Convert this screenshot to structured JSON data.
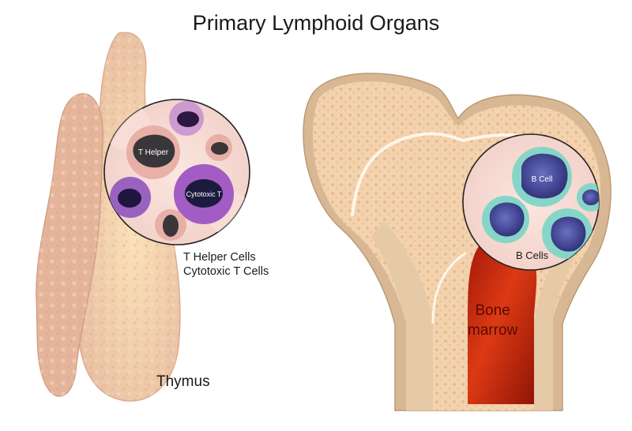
{
  "title": "Primary Lymphoid Organs",
  "thymus": {
    "label": "Thymus",
    "callout_line1": "T Helper Cells",
    "callout_line2": "Cytotoxic T Cells",
    "cell_helper": "T Helper",
    "cell_cytotoxic": "Cytotoxic T"
  },
  "bone": {
    "marrow_line1": "Bone",
    "marrow_line2": "marrow",
    "callout": "B Cells",
    "cell_label": "B Cell"
  },
  "colors": {
    "thymus_tissue": "#eac3a6",
    "bone_spongy": "#f3d2ae",
    "bone_cortex": "#d8b794",
    "marrow": "#c62810",
    "t_cell_purple": "#8a3aa8",
    "b_cell_blue": "#3d3f8a",
    "b_cell_halo": "#7fcfc2",
    "inset_background": "#f6d8d2"
  }
}
